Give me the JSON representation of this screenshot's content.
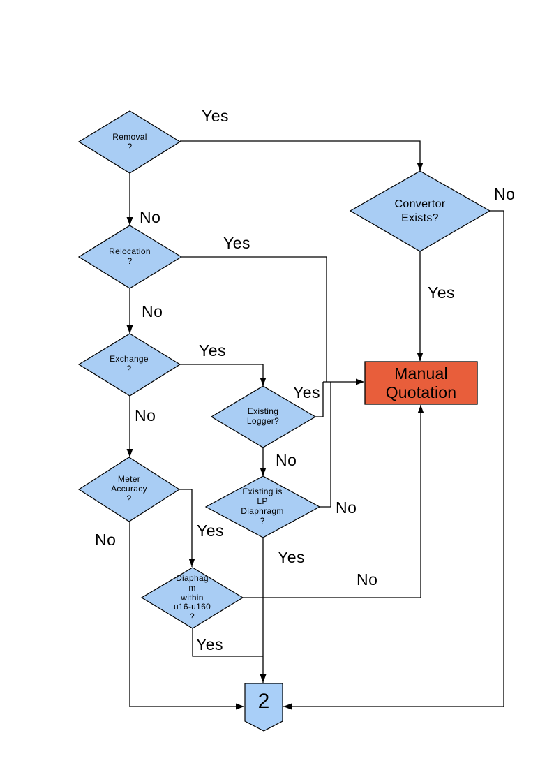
{
  "colors": {
    "decision_fill": "#A9CDF4",
    "process_fill": "#E85E3B",
    "connector_fill": "#A9CFF8",
    "stroke": "#000000",
    "text": "#000000",
    "background": "#FFFFFF"
  },
  "nodes": {
    "removal": {
      "type": "decision",
      "label": "Removal\n?"
    },
    "relocation": {
      "type": "decision",
      "label": "Relocation\n?"
    },
    "exchange": {
      "type": "decision",
      "label": "Exchange\n?"
    },
    "meter_accuracy": {
      "type": "decision",
      "label": "Meter\nAccuracy\n?"
    },
    "existing_logger": {
      "type": "decision",
      "label": "Existing\nLogger?"
    },
    "existing_lp": {
      "type": "decision",
      "label": "Existing is\nLP\nDiaphragm\n?"
    },
    "diaphragm_range": {
      "type": "decision",
      "label": "Diaphag\nm\nwithin\nu16-u160\n?"
    },
    "convertor": {
      "type": "decision",
      "label": "Convertor\nExists?"
    },
    "manual_quotation": {
      "type": "process",
      "label": "Manual\nQuotation"
    },
    "offpage_connector": {
      "type": "connector",
      "label": "2"
    }
  },
  "edge_labels": {
    "removal_yes": "Yes",
    "removal_no": "No",
    "relocation_yes": "Yes",
    "relocation_no": "No",
    "exchange_yes": "Yes",
    "exchange_no": "No",
    "existing_logger_yes": "Yes",
    "existing_logger_no": "No",
    "existing_lp_yes": "Yes",
    "existing_lp_no": "No",
    "meter_accuracy_yes": "Yes",
    "meter_accuracy_no": "No",
    "diaphragm_range_yes": "Yes",
    "diaphragm_range_no": "No",
    "convertor_yes": "Yes",
    "convertor_no": "No"
  }
}
